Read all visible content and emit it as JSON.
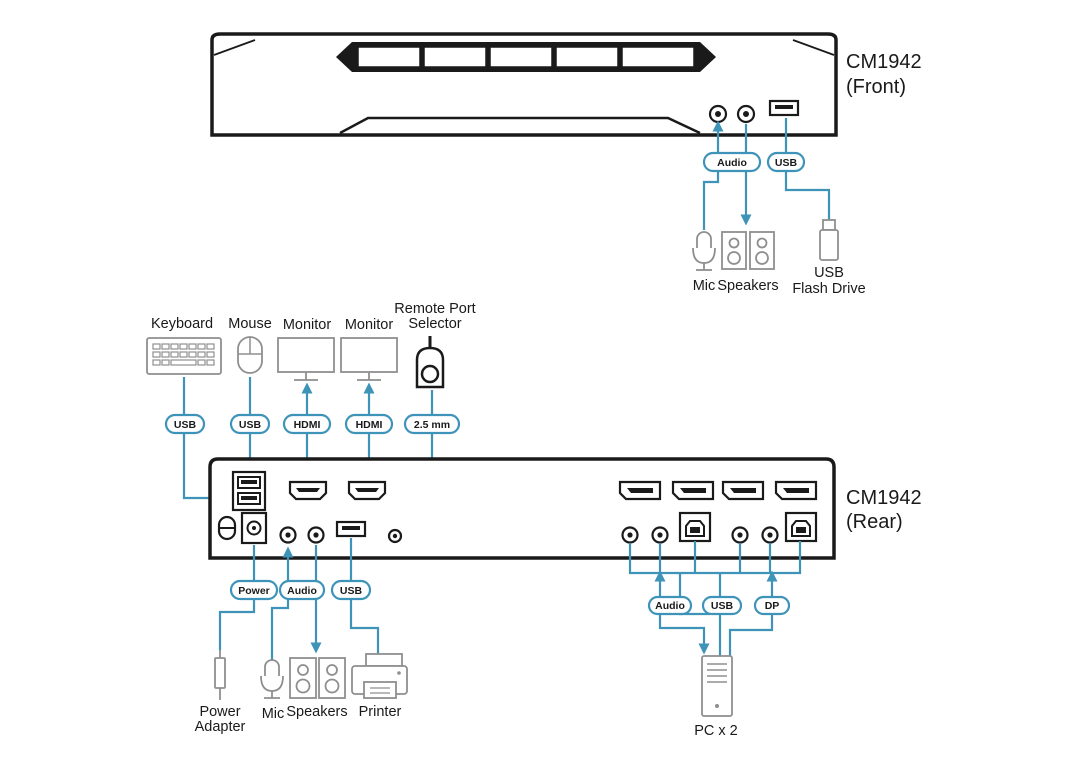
{
  "titles": {
    "front_model": "CM1942",
    "front_view": "(Front)",
    "rear_model": "CM1942",
    "rear_view": "(Rear)"
  },
  "devices": {
    "keyboard": "Keyboard",
    "mouse": "Mouse",
    "monitor_1": "Monitor",
    "monitor_2": "Monitor",
    "remote_line1": "Remote Port",
    "remote_line2": "Selector",
    "front_mic": "Mic",
    "front_speakers": "Speakers",
    "flash_line1": "USB",
    "flash_line2": "Flash Drive",
    "power_line1": "Power",
    "power_line2": "Adapter",
    "rear_mic": "Mic",
    "rear_speakers": "Speakers",
    "printer": "Printer",
    "pc": "PC x 2"
  },
  "badges": {
    "front_audio": "Audio",
    "front_usb": "USB",
    "keyboard_usb": "USB",
    "mouse_usb": "USB",
    "monitor1_hdmi": "HDMI",
    "monitor2_hdmi": "HDMI",
    "remote_jack": "2.5 mm",
    "power": "Power",
    "rear_audio": "Audio",
    "printer_usb": "USB",
    "pc_audio": "Audio",
    "pc_usb": "USB",
    "pc_dp": "DP"
  },
  "colors": {
    "cable": "#3e93b8",
    "device_outline": "#8f8f8f",
    "chassis": "#1a1a1a"
  }
}
